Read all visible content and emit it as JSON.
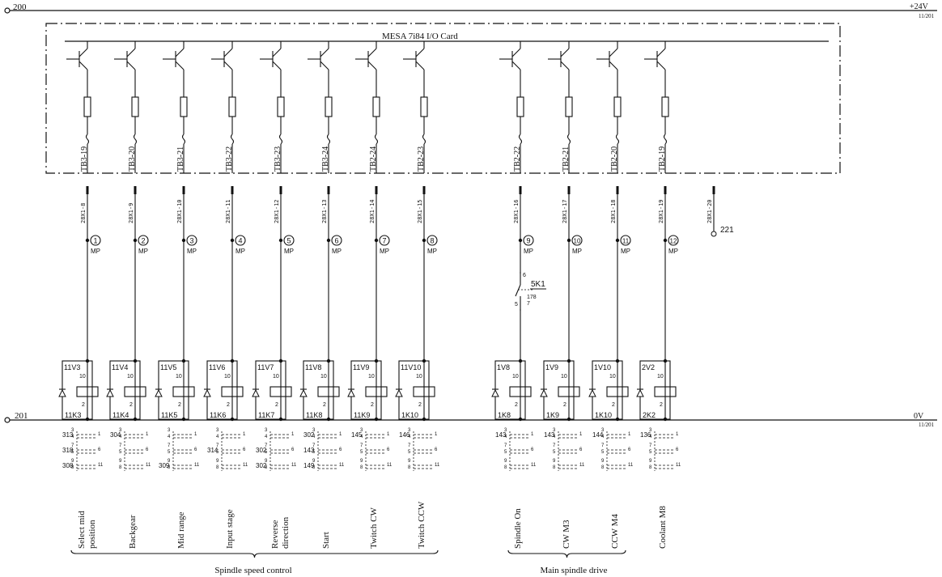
{
  "rails": {
    "top_left": "200",
    "top_right": "+24V",
    "top_ref": "11/201",
    "bottom_left": "201",
    "bottom_right": "0V",
    "bottom_ref": "11/201"
  },
  "card": {
    "title": "MESA 7i84 I/O Card"
  },
  "mp": "MP",
  "channels": [
    {
      "tb": "TB3-19",
      "x1": "28X1-8",
      "mp": "1",
      "v": "11V3",
      "k": "11K3",
      "c1": "313",
      "c2": "318",
      "c3": "308",
      "func": [
        "Select mid",
        "position"
      ],
      "label_left": true
    },
    {
      "tb": "TB3-20",
      "x1": "28X1-9",
      "mp": "2",
      "v": "11V4",
      "k": "11K4",
      "c1": "304",
      "c2": "",
      "c3": "",
      "func": [
        "Backgear"
      ]
    },
    {
      "tb": "TB3-21",
      "x1": "28X1-10",
      "mp": "3",
      "v": "11V5",
      "k": "11K5",
      "c1": "",
      "c2": "",
      "c3": "309",
      "func": [
        "Mid range"
      ]
    },
    {
      "tb": "TB3-22",
      "x1": "28X1-11",
      "mp": "4",
      "v": "11V6",
      "k": "11K6",
      "c1": "",
      "c2": "314",
      "c3": "",
      "func": [
        "Input stage"
      ]
    },
    {
      "tb": "TB3-23",
      "x1": "28X1-12",
      "mp": "5",
      "v": "11V7",
      "k": "11K7",
      "c1": "",
      "c2": "302",
      "c3": "302",
      "func": [
        "Reverse",
        "direction"
      ]
    },
    {
      "tb": "TB3-24",
      "x1": "28X1-13",
      "mp": "6",
      "v": "11V8",
      "k": "11K8",
      "c1": "302",
      "c2": "143",
      "c3": "149",
      "func": [
        "Start"
      ]
    },
    {
      "tb": "TB2-24",
      "x1": "28X1-14",
      "mp": "7",
      "v": "11V9",
      "k": "11K9",
      "c1": "145",
      "c2": "",
      "c3": "",
      "func": [
        "Twitch CW"
      ]
    },
    {
      "tb": "TB2-23",
      "x1": "28X1-15",
      "mp": "8",
      "v": "11V10",
      "k": "1K10",
      "c1": "146",
      "c2": "",
      "c3": "",
      "func": [
        "Twitch CCW"
      ]
    },
    {
      "tb": "TB2-22",
      "x1": "28X1-16",
      "mp": "9",
      "v": "1V8",
      "k": "1K8",
      "c1": "143",
      "c2": "",
      "c3": "",
      "func": [
        "Spindle On"
      ]
    },
    {
      "tb": "TB2-21",
      "x1": "28X1-17",
      "mp": "10",
      "v": "1V9",
      "k": "1K9",
      "c1": "143",
      "c2": "",
      "c3": "",
      "func": [
        "CW M3"
      ]
    },
    {
      "tb": "TB2-20",
      "x1": "28X1-18",
      "mp": "11",
      "v": "1V10",
      "k": "1K10",
      "c1": "144",
      "c2": "",
      "c3": "",
      "func": [
        "CCW M4"
      ]
    },
    {
      "tb": "TB2-19",
      "x1": "28X1-19",
      "mp": "12",
      "v": "2V2",
      "k": "2K2",
      "c1": "136",
      "c2": "",
      "c3": "",
      "func": [
        "Coolant M8"
      ]
    }
  ],
  "spare": {
    "x1": "28X1-20",
    "ref": "221"
  },
  "contact_5k1": {
    "name": "5K1",
    "n6": "6",
    "n5": "5",
    "n178": "178",
    "n7": "7"
  },
  "coil_pins": {
    "top": "10",
    "bottom": "2"
  },
  "contact_pins": {
    "a1": "3",
    "a2": "4",
    "a3": "1",
    "b1": "7",
    "b2": "5",
    "b3": "6",
    "c1": "9",
    "c2": "8",
    "c3": "11"
  },
  "groups": [
    {
      "label": "Spindle speed control"
    },
    {
      "label": "Main spindle drive"
    }
  ]
}
